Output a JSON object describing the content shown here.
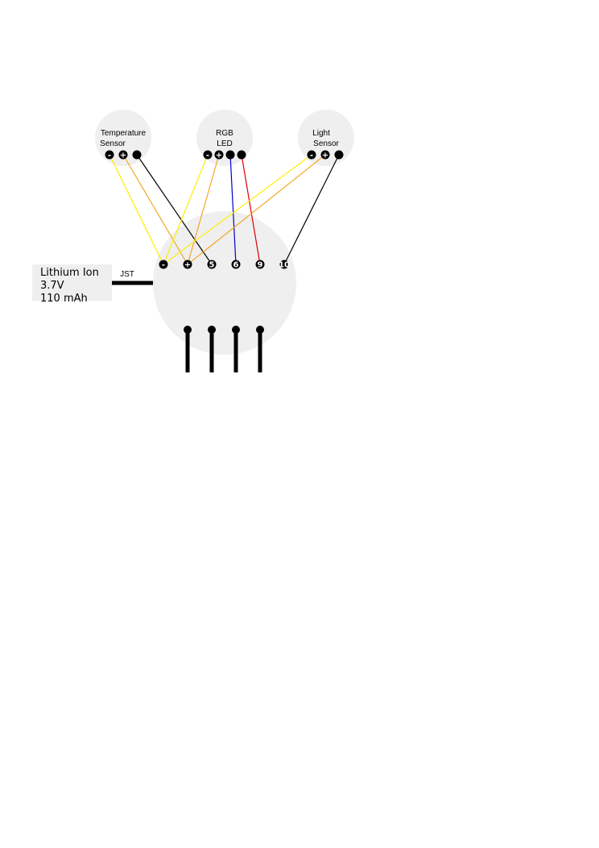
{
  "sensors": {
    "temperature": {
      "label_lines": [
        "Temperature",
        "Sensor"
      ],
      "pins": [
        "-",
        "+",
        ""
      ]
    },
    "rgb_led": {
      "label_lines": [
        "RGB",
        "LED"
      ],
      "pins": [
        "-",
        "+",
        "",
        ""
      ]
    },
    "light": {
      "label_lines": [
        "Light",
        "Sensor"
      ],
      "pins": [
        "-",
        "+",
        ""
      ]
    }
  },
  "board": {
    "pins": [
      "-",
      "+",
      "5",
      "6",
      "9",
      "10"
    ]
  },
  "battery": {
    "lines": [
      "Lithium Ion",
      "3.7V",
      "110 mAh"
    ],
    "connector_label": "JST"
  },
  "colors": {
    "pad_fill": "#efefef",
    "pin_fill": "#000000",
    "wire_yellow": "#ffee00",
    "wire_orange": "#f5a623",
    "wire_black": "#000000",
    "wire_blue": "#0000cc",
    "wire_red": "#dd0000"
  },
  "wires": [
    {
      "from": "temperature.-",
      "to": "board.-",
      "color": "wire_yellow"
    },
    {
      "from": "temperature.+",
      "to": "board.+",
      "color": "wire_orange"
    },
    {
      "from": "temperature.signal",
      "to": "board.5",
      "color": "wire_black"
    },
    {
      "from": "rgb_led.-",
      "to": "board.-",
      "color": "wire_yellow"
    },
    {
      "from": "rgb_led.+",
      "to": "board.+",
      "color": "wire_orange"
    },
    {
      "from": "rgb_led.3",
      "to": "board.6",
      "color": "wire_blue"
    },
    {
      "from": "rgb_led.4",
      "to": "board.9",
      "color": "wire_red"
    },
    {
      "from": "light.-",
      "to": "board.-",
      "color": "wire_yellow"
    },
    {
      "from": "light.+",
      "to": "board.+",
      "color": "wire_orange"
    },
    {
      "from": "light.signal",
      "to": "board.10",
      "color": "wire_black"
    }
  ]
}
